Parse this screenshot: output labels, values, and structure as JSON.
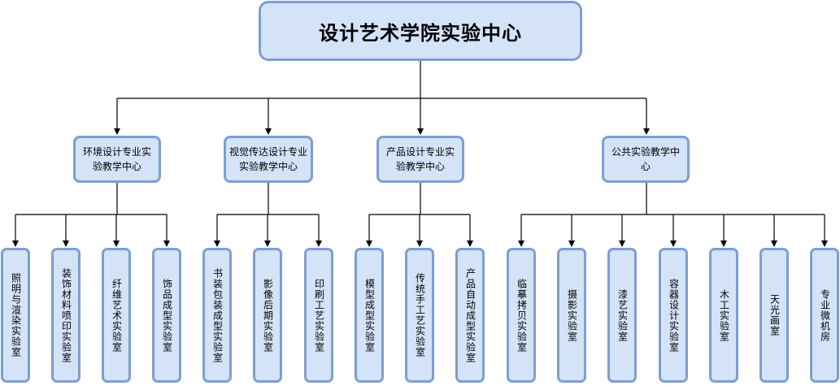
{
  "root": {
    "title": "设计艺术学院实验中心"
  },
  "centers": [
    {
      "label": "环境设计专业实验教学中心",
      "labs": [
        "照明与渲染实验室",
        "装饰材料喷印实验室",
        "纤维艺术实验室",
        "饰品成型实验室"
      ]
    },
    {
      "label": "视觉传达设计专业实验教学中心",
      "labs": [
        "书装包装成型实验室",
        "影像后期实验室",
        "印刷工艺实验室"
      ]
    },
    {
      "label": "产品设计专业实验教学中心",
      "labs": [
        "模型成型实验室",
        "传统手工艺实验室",
        "产品自动成型实验室"
      ]
    },
    {
      "label": "公共实验教学中心",
      "labs": [
        "临摹拷贝实验室",
        "摄影实验室",
        "漆艺实验室",
        "容器设计实验室",
        "木工实验室",
        "天光画室",
        "专业微机房"
      ]
    }
  ],
  "colors": {
    "box_fill": "#d4e3f7",
    "box_border": "#7d9fd0",
    "line": "#000000"
  }
}
